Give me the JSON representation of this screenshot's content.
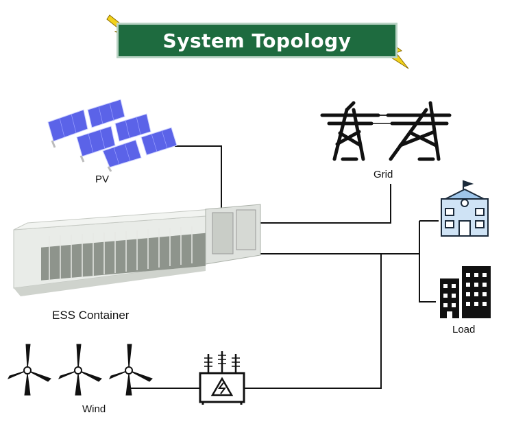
{
  "title": "System Topology",
  "labels": {
    "pv": "PV",
    "grid": "Grid",
    "ess": "ESS Container",
    "load": "Load",
    "wind": "Wind"
  },
  "colors": {
    "banner": "#1e6b3f",
    "bolt": "#f2d21b",
    "panel": "#5b63e8",
    "lines": "#111111"
  }
}
